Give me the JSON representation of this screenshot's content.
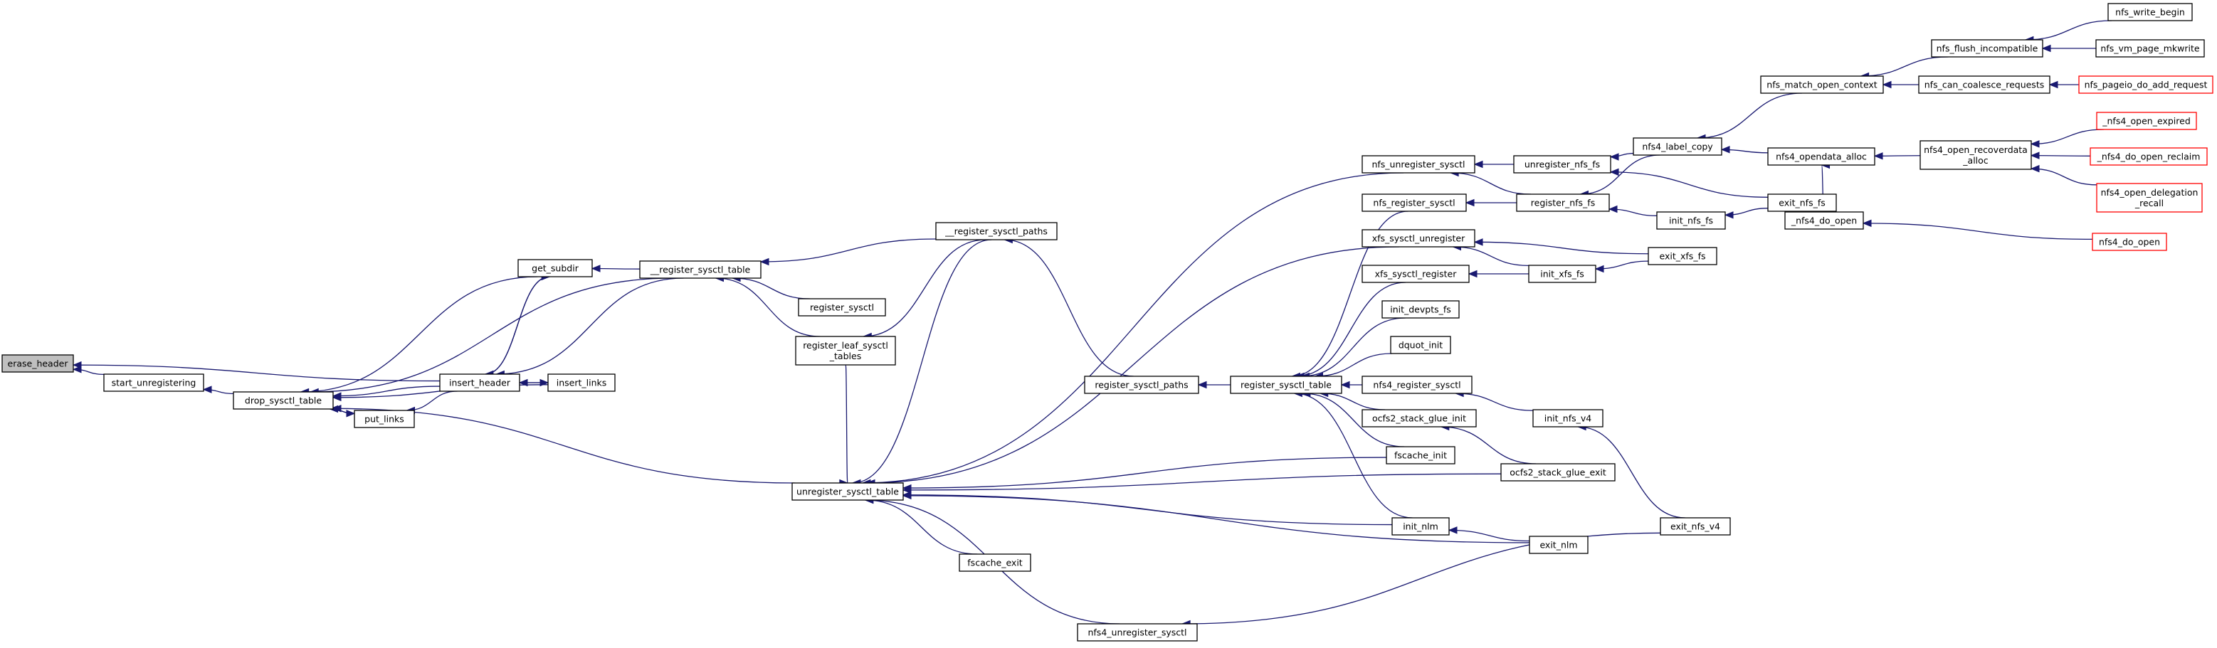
{
  "graph": {
    "edge_color": "#191970",
    "truncated_color": "#ff0000",
    "highlight_fill": "#bfbfbf",
    "nodes": [
      {
        "id": "erase_header",
        "label": [
          "erase_header"
        ],
        "highlight": true
      },
      {
        "id": "start_unregistering",
        "label": [
          "start_unregistering"
        ]
      },
      {
        "id": "drop_sysctl_table",
        "label": [
          "drop_sysctl_table"
        ]
      },
      {
        "id": "get_subdir",
        "label": [
          "get_subdir"
        ]
      },
      {
        "id": "put_links",
        "label": [
          "put_links"
        ]
      },
      {
        "id": "insert_header",
        "label": [
          "insert_header"
        ]
      },
      {
        "id": "insert_links",
        "label": [
          "insert_links"
        ]
      },
      {
        "id": "__register_sysctl_table",
        "label": [
          "__register_sysctl_table"
        ]
      },
      {
        "id": "register_sysctl",
        "label": [
          "register_sysctl"
        ]
      },
      {
        "id": "register_leaf_sysctl_tables",
        "label": [
          "register_leaf_sysctl",
          "_tables"
        ]
      },
      {
        "id": "__register_sysctl_paths",
        "label": [
          "__register_sysctl_paths"
        ]
      },
      {
        "id": "unregister_sysctl_table",
        "label": [
          "unregister_sysctl_table"
        ]
      },
      {
        "id": "fscache_exit",
        "label": [
          "fscache_exit"
        ]
      },
      {
        "id": "nfs4_unregister_sysctl",
        "label": [
          "nfs4_unregister_sysctl"
        ]
      },
      {
        "id": "register_sysctl_paths",
        "label": [
          "register_sysctl_paths"
        ]
      },
      {
        "id": "register_sysctl_table",
        "label": [
          "register_sysctl_table"
        ]
      },
      {
        "id": "nfs_unregister_sysctl",
        "label": [
          "nfs_unregister_sysctl"
        ]
      },
      {
        "id": "nfs_register_sysctl",
        "label": [
          "nfs_register_sysctl"
        ]
      },
      {
        "id": "xfs_sysctl_unregister",
        "label": [
          "xfs_sysctl_unregister"
        ]
      },
      {
        "id": "xfs_sysctl_register",
        "label": [
          "xfs_sysctl_register"
        ]
      },
      {
        "id": "init_devpts_fs",
        "label": [
          "init_devpts_fs"
        ]
      },
      {
        "id": "dquot_init",
        "label": [
          "dquot_init"
        ]
      },
      {
        "id": "nfs4_register_sysctl",
        "label": [
          "nfs4_register_sysctl"
        ]
      },
      {
        "id": "ocfs2_stack_glue_init",
        "label": [
          "ocfs2_stack_glue_init"
        ]
      },
      {
        "id": "fscache_init",
        "label": [
          "fscache_init"
        ]
      },
      {
        "id": "init_nlm",
        "label": [
          "init_nlm"
        ]
      },
      {
        "id": "ocfs2_stack_glue_exit",
        "label": [
          "ocfs2_stack_glue_exit"
        ]
      },
      {
        "id": "exit_nlm",
        "label": [
          "exit_nlm"
        ]
      },
      {
        "id": "unregister_nfs_fs",
        "label": [
          "unregister_nfs_fs"
        ]
      },
      {
        "id": "register_nfs_fs",
        "label": [
          "register_nfs_fs"
        ]
      },
      {
        "id": "init_nfs_fs",
        "label": [
          "init_nfs_fs"
        ]
      },
      {
        "id": "init_xfs_fs",
        "label": [
          "init_xfs_fs"
        ]
      },
      {
        "id": "init_nfs_v4",
        "label": [
          "init_nfs_v4"
        ]
      },
      {
        "id": "exit_nfs_v4",
        "label": [
          "exit_nfs_v4"
        ]
      },
      {
        "id": "nfs4_label_copy",
        "label": [
          "nfs4_label_copy"
        ]
      },
      {
        "id": "exit_nfs_fs",
        "label": [
          "exit_nfs_fs"
        ]
      },
      {
        "id": "exit_xfs_fs",
        "label": [
          "exit_xfs_fs"
        ]
      },
      {
        "id": "nfs_match_open_context",
        "label": [
          "nfs_match_open_context"
        ]
      },
      {
        "id": "nfs4_opendata_alloc",
        "label": [
          "nfs4_opendata_alloc"
        ]
      },
      {
        "id": "_nfs4_do_open",
        "label": [
          "_nfs4_do_open"
        ]
      },
      {
        "id": "nfs_flush_incompatible",
        "label": [
          "nfs_flush_incompatible"
        ]
      },
      {
        "id": "nfs_can_coalesce_requests",
        "label": [
          "nfs_can_coalesce_requests"
        ]
      },
      {
        "id": "nfs4_open_recoverdata_alloc",
        "label": [
          "nfs4_open_recoverdata",
          "_alloc"
        ]
      },
      {
        "id": "nfs4_do_open",
        "label": [
          "nfs4_do_open"
        ],
        "truncated": true
      },
      {
        "id": "nfs_write_begin",
        "label": [
          "nfs_write_begin"
        ]
      },
      {
        "id": "nfs_vm_page_mkwrite",
        "label": [
          "nfs_vm_page_mkwrite"
        ]
      },
      {
        "id": "nfs_pageio_do_add_request",
        "label": [
          "nfs_pageio_do_add_request"
        ],
        "truncated": true
      },
      {
        "id": "_nfs4_open_expired",
        "label": [
          "_nfs4_open_expired"
        ],
        "truncated": true
      },
      {
        "id": "_nfs4_do_open_reclaim",
        "label": [
          "_nfs4_do_open_reclaim"
        ],
        "truncated": true
      },
      {
        "id": "nfs4_open_delegation_recall",
        "label": [
          "nfs4_open_delegation",
          "_recall"
        ],
        "truncated": true
      }
    ],
    "edges": [
      [
        "erase_header",
        "start_unregistering"
      ],
      [
        "erase_header",
        "insert_header"
      ],
      [
        "start_unregistering",
        "drop_sysctl_table"
      ],
      [
        "drop_sysctl_table",
        "get_subdir"
      ],
      [
        "drop_sysctl_table",
        "put_links"
      ],
      [
        "drop_sysctl_table",
        "insert_header"
      ],
      [
        "drop_sysctl_table",
        "insert_links"
      ],
      [
        "drop_sysctl_table",
        "__register_sysctl_table"
      ],
      [
        "drop_sysctl_table",
        "unregister_sysctl_table"
      ],
      [
        "put_links",
        "drop_sysctl_table"
      ],
      [
        "put_links",
        "insert_header"
      ],
      [
        "get_subdir",
        "insert_header"
      ],
      [
        "get_subdir",
        "__register_sysctl_table"
      ],
      [
        "insert_header",
        "get_subdir"
      ],
      [
        "insert_header",
        "insert_links"
      ],
      [
        "insert_header",
        "__register_sysctl_table"
      ],
      [
        "insert_links",
        "insert_header"
      ],
      [
        "__register_sysctl_table",
        "register_sysctl"
      ],
      [
        "__register_sysctl_table",
        "register_leaf_sysctl_tables"
      ],
      [
        "__register_sysctl_table",
        "__register_sysctl_paths"
      ],
      [
        "register_leaf_sysctl_tables",
        "__register_sysctl_paths"
      ],
      [
        "unregister_sysctl_table",
        "register_leaf_sysctl_tables"
      ],
      [
        "unregister_sysctl_table",
        "__register_sysctl_paths"
      ],
      [
        "unregister_sysctl_table",
        "fscache_exit"
      ],
      [
        "unregister_sysctl_table",
        "nfs4_unregister_sysctl"
      ],
      [
        "unregister_sysctl_table",
        "nfs_unregister_sysctl"
      ],
      [
        "unregister_sysctl_table",
        "xfs_sysctl_unregister"
      ],
      [
        "unregister_sysctl_table",
        "fscache_init"
      ],
      [
        "unregister_sysctl_table",
        "ocfs2_stack_glue_exit"
      ],
      [
        "unregister_sysctl_table",
        "init_nlm"
      ],
      [
        "unregister_sysctl_table",
        "exit_nlm"
      ],
      [
        "__register_sysctl_paths",
        "register_sysctl_paths"
      ],
      [
        "register_sysctl_paths",
        "register_sysctl_table"
      ],
      [
        "register_sysctl_table",
        "nfs_register_sysctl"
      ],
      [
        "register_sysctl_table",
        "xfs_sysctl_register"
      ],
      [
        "register_sysctl_table",
        "init_devpts_fs"
      ],
      [
        "register_sysctl_table",
        "dquot_init"
      ],
      [
        "register_sysctl_table",
        "nfs4_register_sysctl"
      ],
      [
        "register_sysctl_table",
        "ocfs2_stack_glue_init"
      ],
      [
        "register_sysctl_table",
        "fscache_init"
      ],
      [
        "register_sysctl_table",
        "init_nlm"
      ],
      [
        "nfs4_unregister_sysctl",
        "exit_nfs_v4"
      ],
      [
        "nfs_unregister_sysctl",
        "unregister_nfs_fs"
      ],
      [
        "nfs_unregister_sysctl",
        "register_nfs_fs"
      ],
      [
        "nfs_register_sysctl",
        "register_nfs_fs"
      ],
      [
        "xfs_sysctl_unregister",
        "init_xfs_fs"
      ],
      [
        "xfs_sysctl_unregister",
        "exit_xfs_fs"
      ],
      [
        "xfs_sysctl_register",
        "init_xfs_fs"
      ],
      [
        "nfs4_register_sysctl",
        "init_nfs_v4"
      ],
      [
        "ocfs2_stack_glue_init",
        "ocfs2_stack_glue_exit"
      ],
      [
        "init_nlm",
        "exit_nlm"
      ],
      [
        "unregister_nfs_fs",
        "nfs4_label_copy"
      ],
      [
        "unregister_nfs_fs",
        "exit_nfs_fs"
      ],
      [
        "register_nfs_fs",
        "nfs4_label_copy"
      ],
      [
        "register_nfs_fs",
        "init_nfs_fs"
      ],
      [
        "init_nfs_fs",
        "exit_nfs_fs"
      ],
      [
        "init_xfs_fs",
        "exit_xfs_fs"
      ],
      [
        "init_nfs_v4",
        "exit_nfs_v4"
      ],
      [
        "nfs4_label_copy",
        "nfs_match_open_context"
      ],
      [
        "nfs4_label_copy",
        "nfs4_opendata_alloc"
      ],
      [
        "nfs4_opendata_alloc",
        "nfs4_open_recoverdata_alloc"
      ],
      [
        "nfs4_opendata_alloc",
        "_nfs4_do_open"
      ],
      [
        "nfs_match_open_context",
        "nfs_flush_incompatible"
      ],
      [
        "nfs_match_open_context",
        "nfs_can_coalesce_requests"
      ],
      [
        "nfs_flush_incompatible",
        "nfs_write_begin"
      ],
      [
        "nfs_flush_incompatible",
        "nfs_vm_page_mkwrite"
      ],
      [
        "nfs_can_coalesce_requests",
        "nfs_pageio_do_add_request"
      ],
      [
        "nfs4_open_recoverdata_alloc",
        "_nfs4_open_expired"
      ],
      [
        "nfs4_open_recoverdata_alloc",
        "_nfs4_do_open_reclaim"
      ],
      [
        "nfs4_open_recoverdata_alloc",
        "nfs4_open_delegation_recall"
      ],
      [
        "_nfs4_do_open",
        "nfs4_do_open"
      ]
    ]
  }
}
